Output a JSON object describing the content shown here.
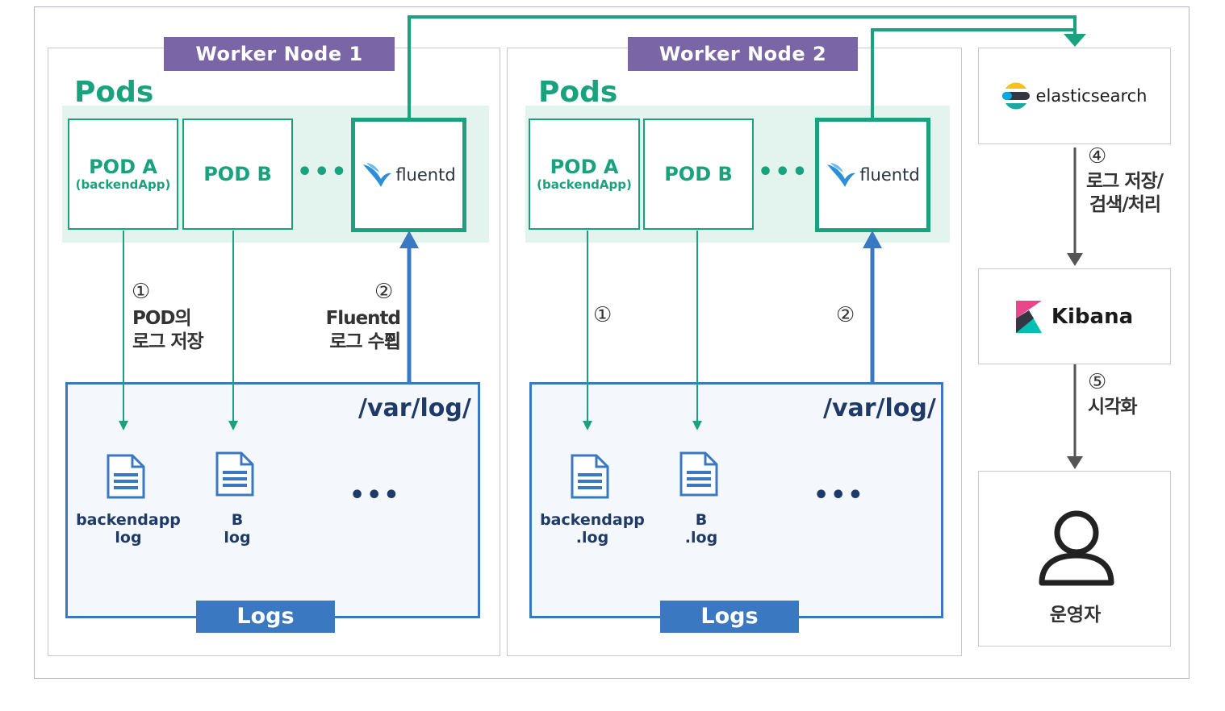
{
  "nodes": [
    {
      "title": "Worker Node 1",
      "pods_label": "Pods",
      "pod_a": {
        "name": "POD A",
        "sub": "(backendApp)"
      },
      "pod_b": {
        "name": "POD B"
      },
      "dots": "•••",
      "fluentd": "fluentd",
      "step1": {
        "num": "①",
        "text1": "POD의",
        "text2": "로그 저장"
      },
      "step2": {
        "num": "②",
        "text1": "Fluentd의",
        "text2": "로그 수집"
      },
      "varlog": "/var/log/",
      "file_a": {
        "line1": "backendapp",
        "line2": "log"
      },
      "file_b": {
        "line1": "B",
        "line2": "log"
      },
      "file_dots": "•••",
      "logs_label": "Logs"
    },
    {
      "title": "Worker Node 2",
      "pods_label": "Pods",
      "pod_a": {
        "name": "POD A",
        "sub": "(backendApp)"
      },
      "pod_b": {
        "name": "POD B"
      },
      "dots": "•••",
      "fluentd": "fluentd",
      "step1": {
        "num": "①"
      },
      "step2": {
        "num": "②"
      },
      "varlog": "/var/log/",
      "file_a": {
        "line1": "backendapp",
        "line2": ".log"
      },
      "file_b": {
        "line1": "B",
        "line2": ".log"
      },
      "file_dots": "•••",
      "logs_label": "Logs"
    }
  ],
  "right": {
    "elasticsearch": "elasticsearch",
    "step4": {
      "num": "④",
      "text1": "로그 저장/",
      "text2": "검색/처리"
    },
    "kibana": "Kibana",
    "step5": {
      "num": "⑤",
      "text1": "시각화"
    },
    "operator": "운영자"
  },
  "colors": {
    "green": "#1aa27e",
    "purple": "#7a65a6",
    "blue": "#3a78c2",
    "navy": "#1f3a66",
    "gray": "#555555"
  },
  "icons": [
    "fluentd-bird-icon",
    "elasticsearch-logo-icon",
    "kibana-logo-icon",
    "log-file-icon",
    "user-icon"
  ]
}
